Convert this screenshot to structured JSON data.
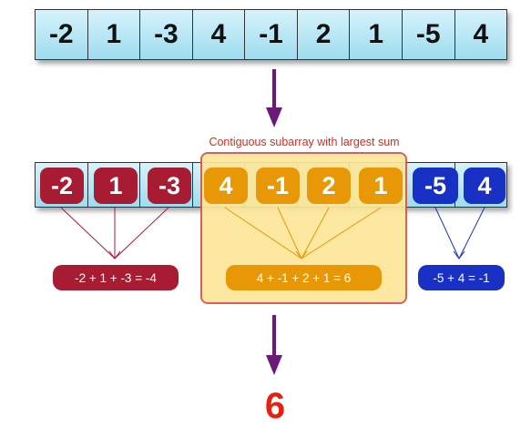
{
  "top_array": [
    "-2",
    "1",
    "-3",
    "4",
    "-1",
    "2",
    "1",
    "-5",
    "4"
  ],
  "highlight_label": "Contiguous subarray with largest sum",
  "groups": {
    "left": {
      "values": [
        "-2",
        "1",
        "-3"
      ],
      "sum_text": "-2 + 1 + -3 = -4",
      "color": "#a81c33"
    },
    "middle": {
      "values": [
        "4",
        "-1",
        "2",
        "1"
      ],
      "sum_text": "4 + -1 + 2 + 1 = 6",
      "color": "#e89806"
    },
    "right": {
      "values": [
        "-5",
        "4"
      ],
      "sum_text": "-5 + 4 = -1",
      "color": "#1830c4"
    }
  },
  "result": "6",
  "arrow_color": "#6a1a7a"
}
